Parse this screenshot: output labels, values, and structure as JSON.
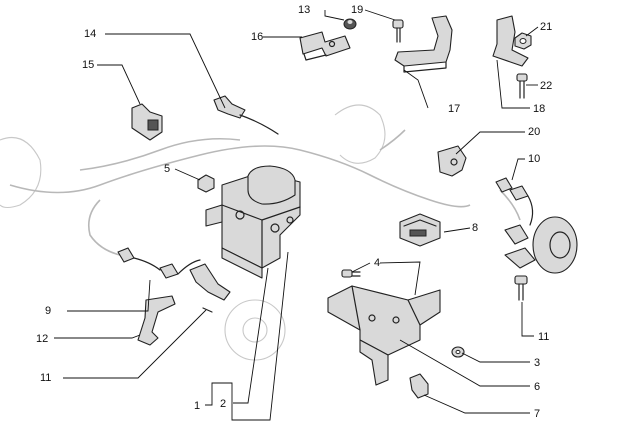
{
  "callouts": {
    "c1": "1",
    "c2": "2",
    "c3": "3",
    "c4": "4",
    "c5": "5",
    "c6": "6",
    "c7": "7",
    "c8": "8",
    "c9": "9",
    "c10": "10",
    "c11a": "11",
    "c11b": "11",
    "c12": "12",
    "c13": "13",
    "c14": "14",
    "c15": "15",
    "c16": "16",
    "c17": "17",
    "c18": "18",
    "c19": "19",
    "c20": "20",
    "c21": "21",
    "c22": "22"
  }
}
